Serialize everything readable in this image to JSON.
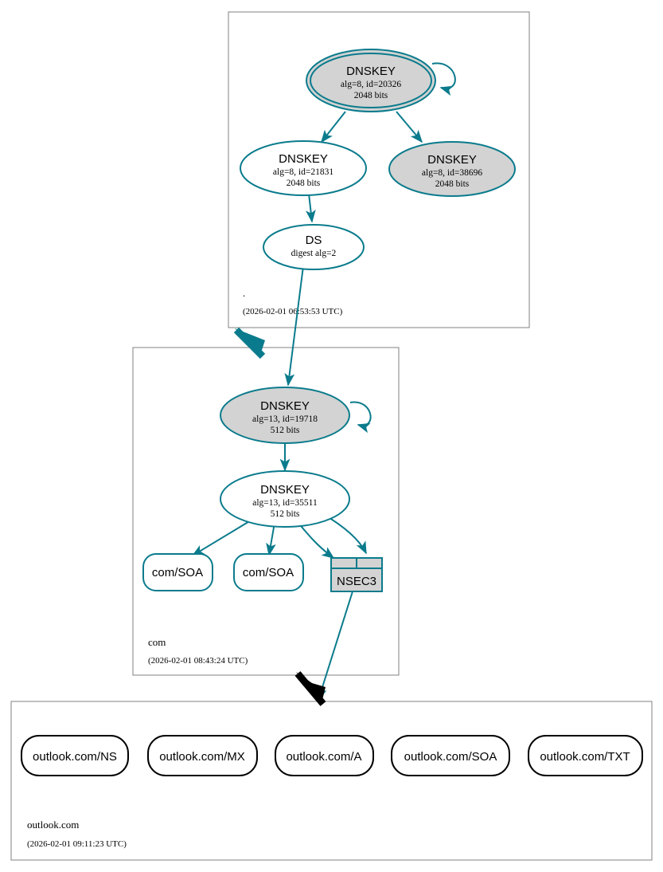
{
  "diagram": {
    "type": "dnssec-authentication-chain",
    "colors": {
      "secure_teal": "#0a7b8c",
      "node_shade": "#d3d3d3",
      "insecure_black": "#000000",
      "zone_border": "#808080",
      "background": "#ffffff"
    }
  },
  "zones": [
    {
      "id": "root",
      "name": ".",
      "timestamp": "(2026-02-01 06:53:53 UTC)",
      "nodes": [
        {
          "id": "ksk20326",
          "kind": "DNSKEY",
          "title": "DNSKEY",
          "detail": "alg=8, id=20326",
          "extra": "2048 bits",
          "alg": 8,
          "key_id": 20326,
          "bits": 2048,
          "shaded": true,
          "trust_anchor": true,
          "self_signed": true
        },
        {
          "id": "zsk21831",
          "kind": "DNSKEY",
          "title": "DNSKEY",
          "detail": "alg=8, id=21831",
          "extra": "2048 bits",
          "alg": 8,
          "key_id": 21831,
          "bits": 2048,
          "shaded": false,
          "trust_anchor": false,
          "self_signed": false
        },
        {
          "id": "key38696",
          "kind": "DNSKEY",
          "title": "DNSKEY",
          "detail": "alg=8, id=38696",
          "extra": "2048 bits",
          "alg": 8,
          "key_id": 38696,
          "bits": 2048,
          "shaded": true,
          "trust_anchor": false,
          "self_signed": false
        },
        {
          "id": "ds-com",
          "kind": "DS",
          "title": "DS",
          "detail": "digest alg=2",
          "extra": "",
          "digest_alg": 2,
          "shaded": false
        }
      ]
    },
    {
      "id": "com",
      "name": "com",
      "timestamp": "(2026-02-01 08:43:24 UTC)",
      "nodes": [
        {
          "id": "ksk19718",
          "kind": "DNSKEY",
          "title": "DNSKEY",
          "detail": "alg=13, id=19718",
          "extra": "512 bits",
          "alg": 13,
          "key_id": 19718,
          "bits": 512,
          "shaded": true,
          "trust_anchor": false,
          "self_signed": true
        },
        {
          "id": "zsk35511",
          "kind": "DNSKEY",
          "title": "DNSKEY",
          "detail": "alg=13, id=35511",
          "extra": "512 bits",
          "alg": 13,
          "key_id": 35511,
          "bits": 512,
          "shaded": false,
          "trust_anchor": false,
          "self_signed": false
        },
        {
          "id": "com-soa-1",
          "kind": "RRSET",
          "title": "com/SOA",
          "shaded": false
        },
        {
          "id": "com-soa-2",
          "kind": "RRSET",
          "title": "com/SOA",
          "shaded": false
        },
        {
          "id": "nsec3",
          "kind": "NSEC3",
          "title": "NSEC3",
          "shaded": true
        }
      ]
    },
    {
      "id": "outlook",
      "name": "outlook.com",
      "timestamp": "(2026-02-01 09:11:23 UTC)",
      "nodes": [
        {
          "id": "rr-ns",
          "kind": "RRSET",
          "title": "outlook.com/NS",
          "secure": false
        },
        {
          "id": "rr-mx",
          "kind": "RRSET",
          "title": "outlook.com/MX",
          "secure": false
        },
        {
          "id": "rr-a",
          "kind": "RRSET",
          "title": "outlook.com/A",
          "secure": false
        },
        {
          "id": "rr-soa",
          "kind": "RRSET",
          "title": "outlook.com/SOA",
          "secure": false
        },
        {
          "id": "rr-txt",
          "kind": "RRSET",
          "title": "outlook.com/TXT",
          "secure": false
        }
      ]
    }
  ],
  "edges": [
    {
      "from": "ksk20326",
      "to": "ksk20326",
      "style": "self-loop",
      "color": "teal"
    },
    {
      "from": "ksk20326",
      "to": "zsk21831",
      "style": "signs",
      "color": "teal"
    },
    {
      "from": "ksk20326",
      "to": "key38696",
      "style": "signs",
      "color": "teal"
    },
    {
      "from": "zsk21831",
      "to": "ds-com",
      "style": "signs",
      "color": "teal"
    },
    {
      "from": "ds-com",
      "to": "ksk19718",
      "style": "delegation-ds",
      "color": "teal"
    },
    {
      "from": "root",
      "to": "com",
      "style": "zone-delegation",
      "color": "teal"
    },
    {
      "from": "ksk19718",
      "to": "ksk19718",
      "style": "self-loop",
      "color": "teal"
    },
    {
      "from": "ksk19718",
      "to": "zsk35511",
      "style": "signs",
      "color": "teal"
    },
    {
      "from": "zsk35511",
      "to": "com-soa-1",
      "style": "signs",
      "color": "teal"
    },
    {
      "from": "zsk35511",
      "to": "com-soa-2",
      "style": "signs",
      "color": "teal"
    },
    {
      "from": "zsk35511",
      "to": "nsec3",
      "style": "signs",
      "color": "teal"
    },
    {
      "from": "zsk35511",
      "to": "nsec3",
      "style": "signs",
      "color": "teal"
    },
    {
      "from": "nsec3",
      "to": "outlook",
      "style": "insecure-delegation",
      "color": "teal"
    },
    {
      "from": "com",
      "to": "outlook",
      "style": "zone-delegation",
      "color": "black"
    }
  ]
}
